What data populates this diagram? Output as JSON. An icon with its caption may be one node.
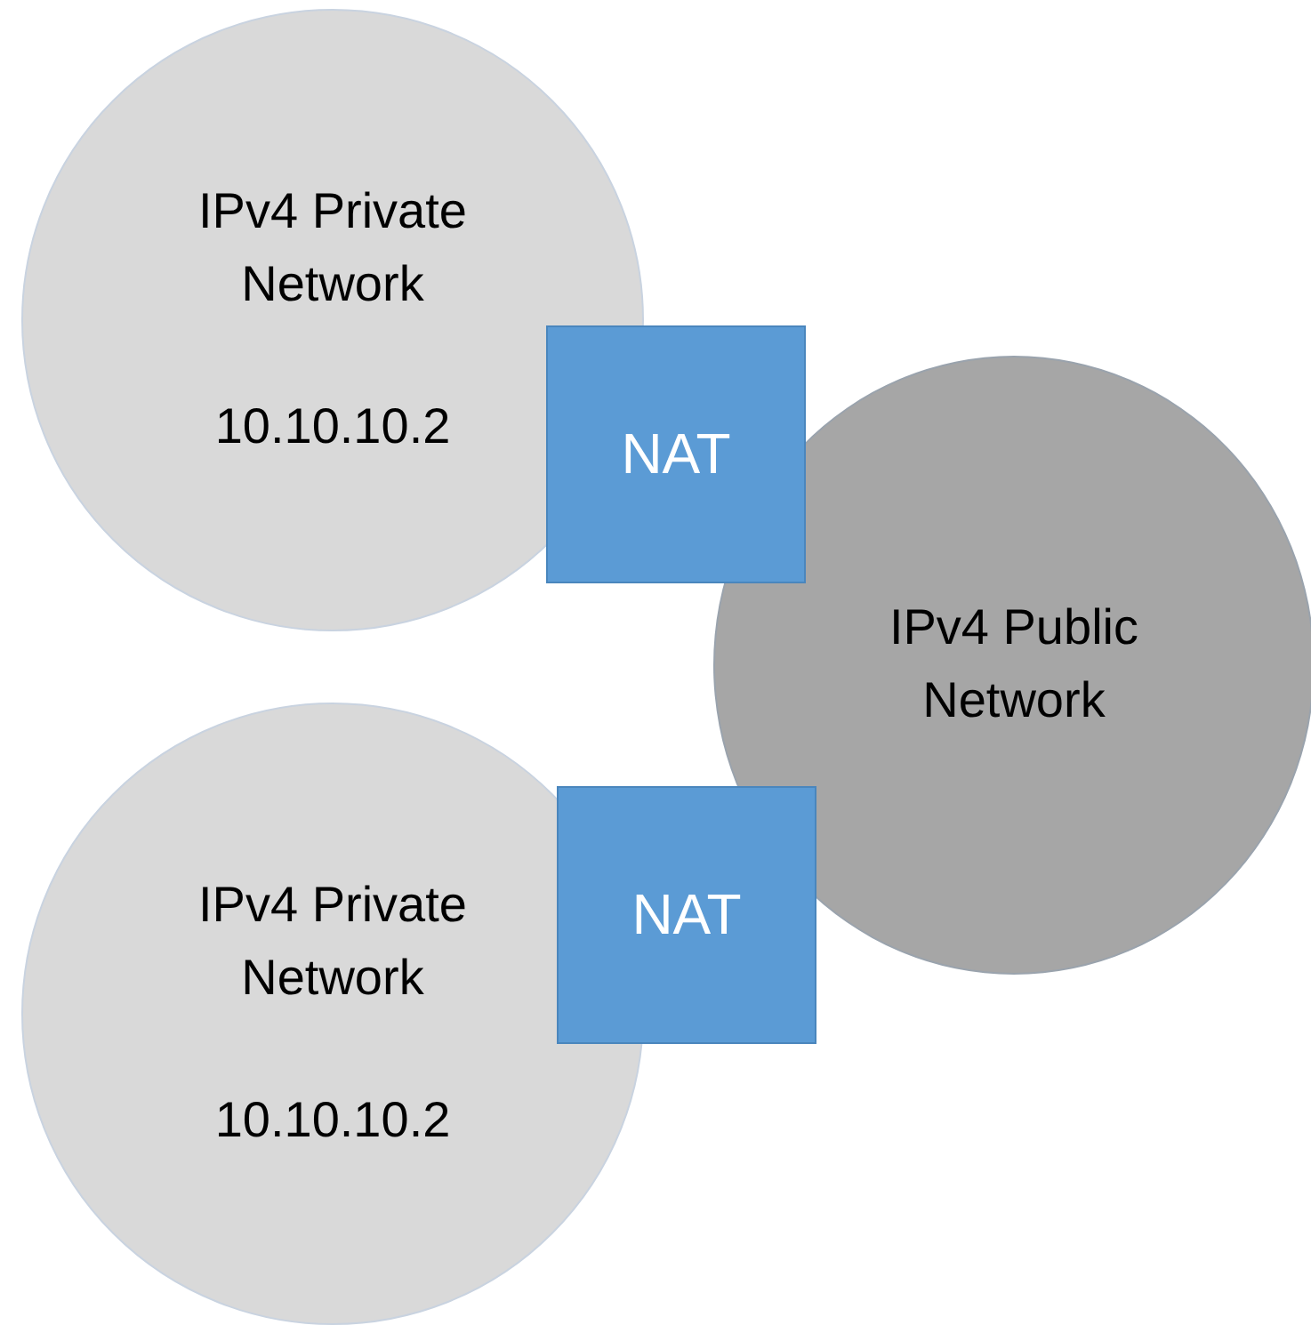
{
  "diagram": {
    "nodes": [
      {
        "text": [
          "IPv4 Private Network",
          "10.10.10.2"
        ]
      },
      {
        "text": [
          "NAT"
        ]
      },
      {
        "text": [
          "IPv4 Public Network"
        ]
      },
      {
        "text": [
          "IPv4 Private Network",
          "10.10.10.2"
        ]
      },
      {
        "text": [
          "NAT"
        ]
      }
    ]
  }
}
